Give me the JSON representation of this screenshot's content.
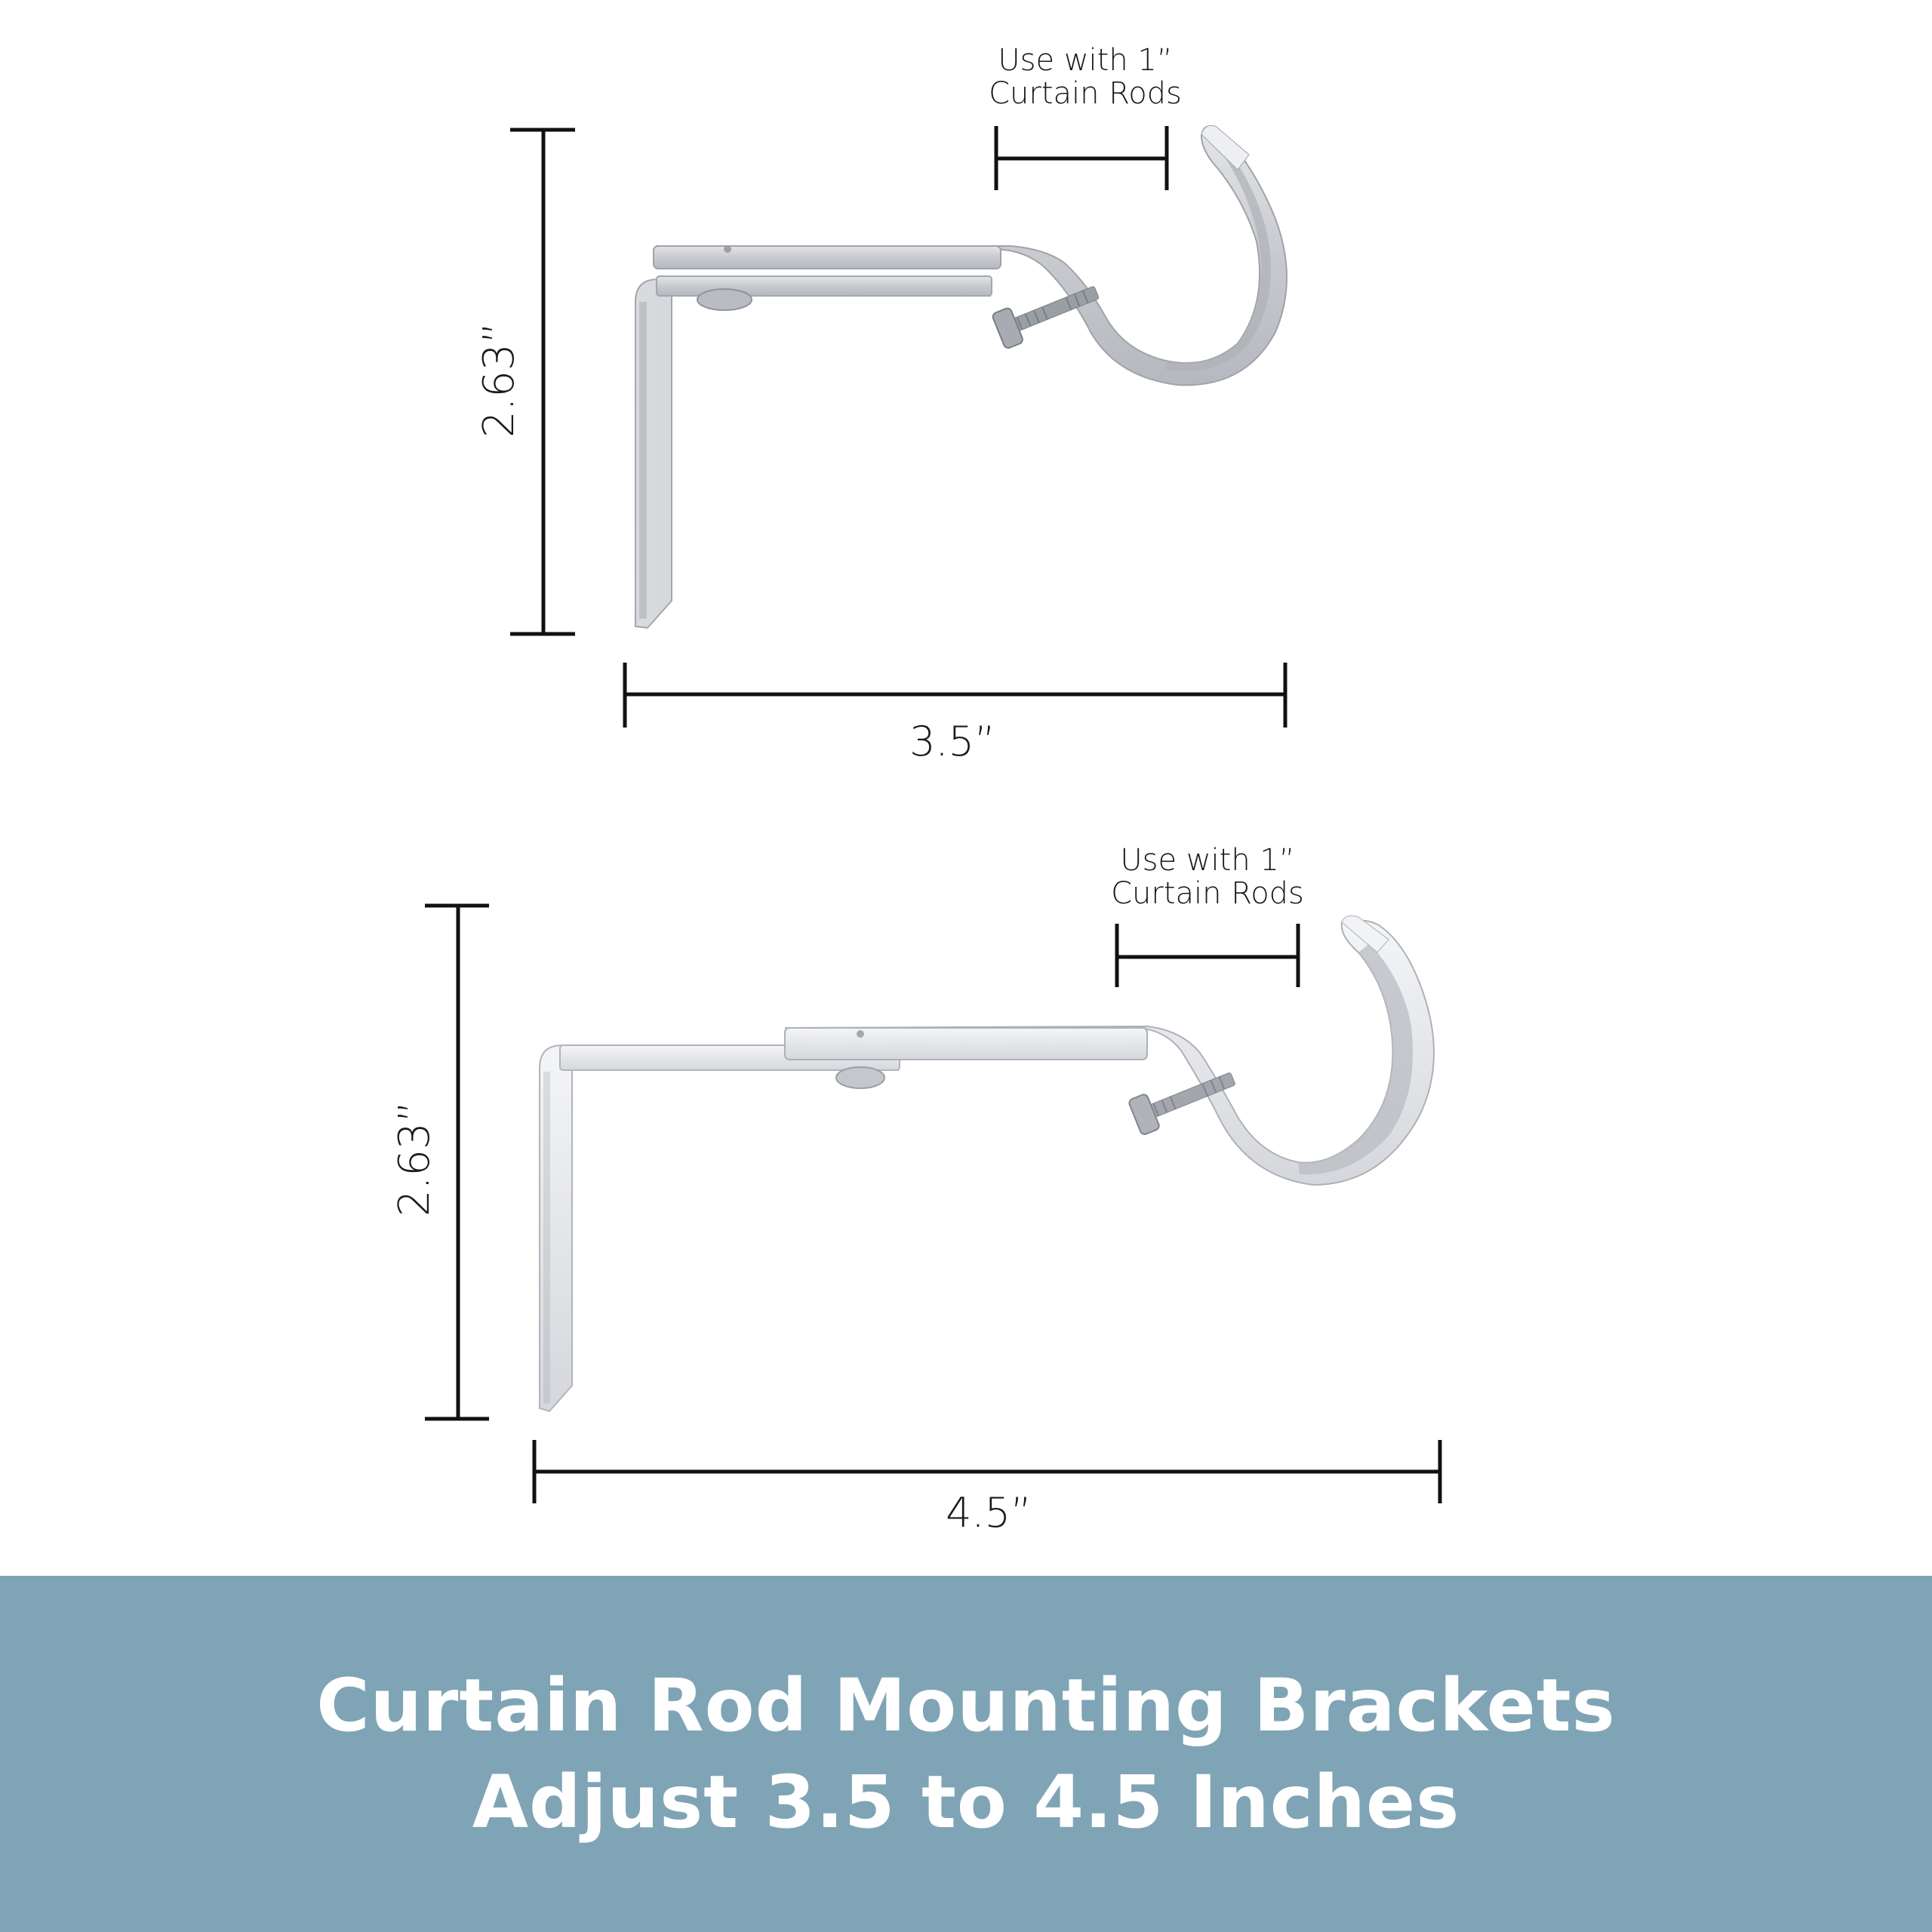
{
  "figure": {
    "type": "product-dimension-diagram",
    "background_color": "#ffffff",
    "line_color": "#111111",
    "metal_color": "#c9cbcf"
  },
  "brackets": [
    {
      "id": "bracket-collapsed",
      "position": "top",
      "rod_note": {
        "line1": "Use with 1”",
        "line2": "Curtain Rods"
      },
      "height_label": "2.63”",
      "width_label": "3.5”",
      "height_in": 2.63,
      "width_in": 3.5
    },
    {
      "id": "bracket-extended",
      "position": "bottom",
      "rod_note": {
        "line1": "Use with 1”",
        "line2": "Curtain Rods"
      },
      "height_label": "2.63”",
      "width_label": "4.5”",
      "height_in": 2.63,
      "width_in": 4.5
    }
  ],
  "banner": {
    "background_color": "#7fa4b6",
    "text_color": "#ffffff",
    "title": "Curtain Rod Mounting Brackets",
    "subtitle": "Adjust 3.5 to 4.5 Inches"
  }
}
